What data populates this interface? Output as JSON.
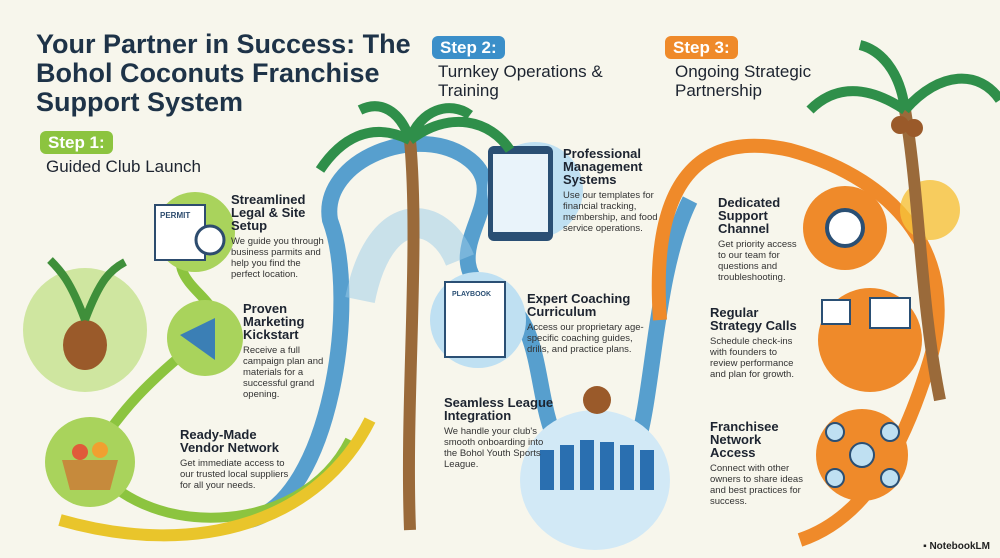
{
  "title": "Your Partner in Success: The Bohol Coconuts Franchise Support System",
  "colors": {
    "step1": "#8cc43f",
    "step2": "#3b8fc9",
    "step3": "#ef8a2a",
    "title": "#1e3348"
  },
  "steps": [
    {
      "badge": "Step 1:",
      "title": "Guided Club Launch",
      "items": [
        {
          "title": "Streamlined Legal & Site Setup",
          "desc": "We guide you through business parmits and help you find the perfect location.",
          "icon": "permit-compass-icon"
        },
        {
          "title": "Proven Marketing Kickstart",
          "desc": "Receive a full campaign plan and materials for a successful grand opening.",
          "icon": "megaphone-icon"
        },
        {
          "title": "Ready-Made Vendor Network",
          "desc": "Get immediate access to our trusted local suppliers for all your needs.",
          "icon": "produce-basket-icon"
        }
      ]
    },
    {
      "badge": "Step 2:",
      "title": "Turnkey Operations & Training",
      "items": [
        {
          "title": "Professional Management Systems",
          "desc": "Use our templates for financial tracking, membership, and food service operations.",
          "icon": "tablet-dashboard-icon"
        },
        {
          "title": "Expert Coaching Curriculum",
          "desc": "Access our proprietary age-specific coaching guides, drills, and practice plans.",
          "icon": "playbook-whistle-icon",
          "icon_label": "PLAYBOOK"
        },
        {
          "title": "Seamless League Integration",
          "desc": "We handle your club's smooth onboarding into the Bohol Youth Sports League.",
          "icon": "team-players-icon"
        }
      ]
    },
    {
      "badge": "Step 3:",
      "title": "Ongoing Strategic Partnership",
      "items": [
        {
          "title": "Dedicated Support Channel",
          "desc": "Get priority access to our team for questions and troubleshooting.",
          "icon": "headset-icon"
        },
        {
          "title": "Regular Strategy Calls",
          "desc": "Schedule check-ins with founders to review performance and plan for growth.",
          "icon": "meeting-icon"
        },
        {
          "title": "Franchisee Network Access",
          "desc": "Connect with other owners to share ideas and best practices for success.",
          "icon": "network-icon"
        }
      ]
    }
  ],
  "permit_label": "PERMIT",
  "brand": "NotebookLM"
}
